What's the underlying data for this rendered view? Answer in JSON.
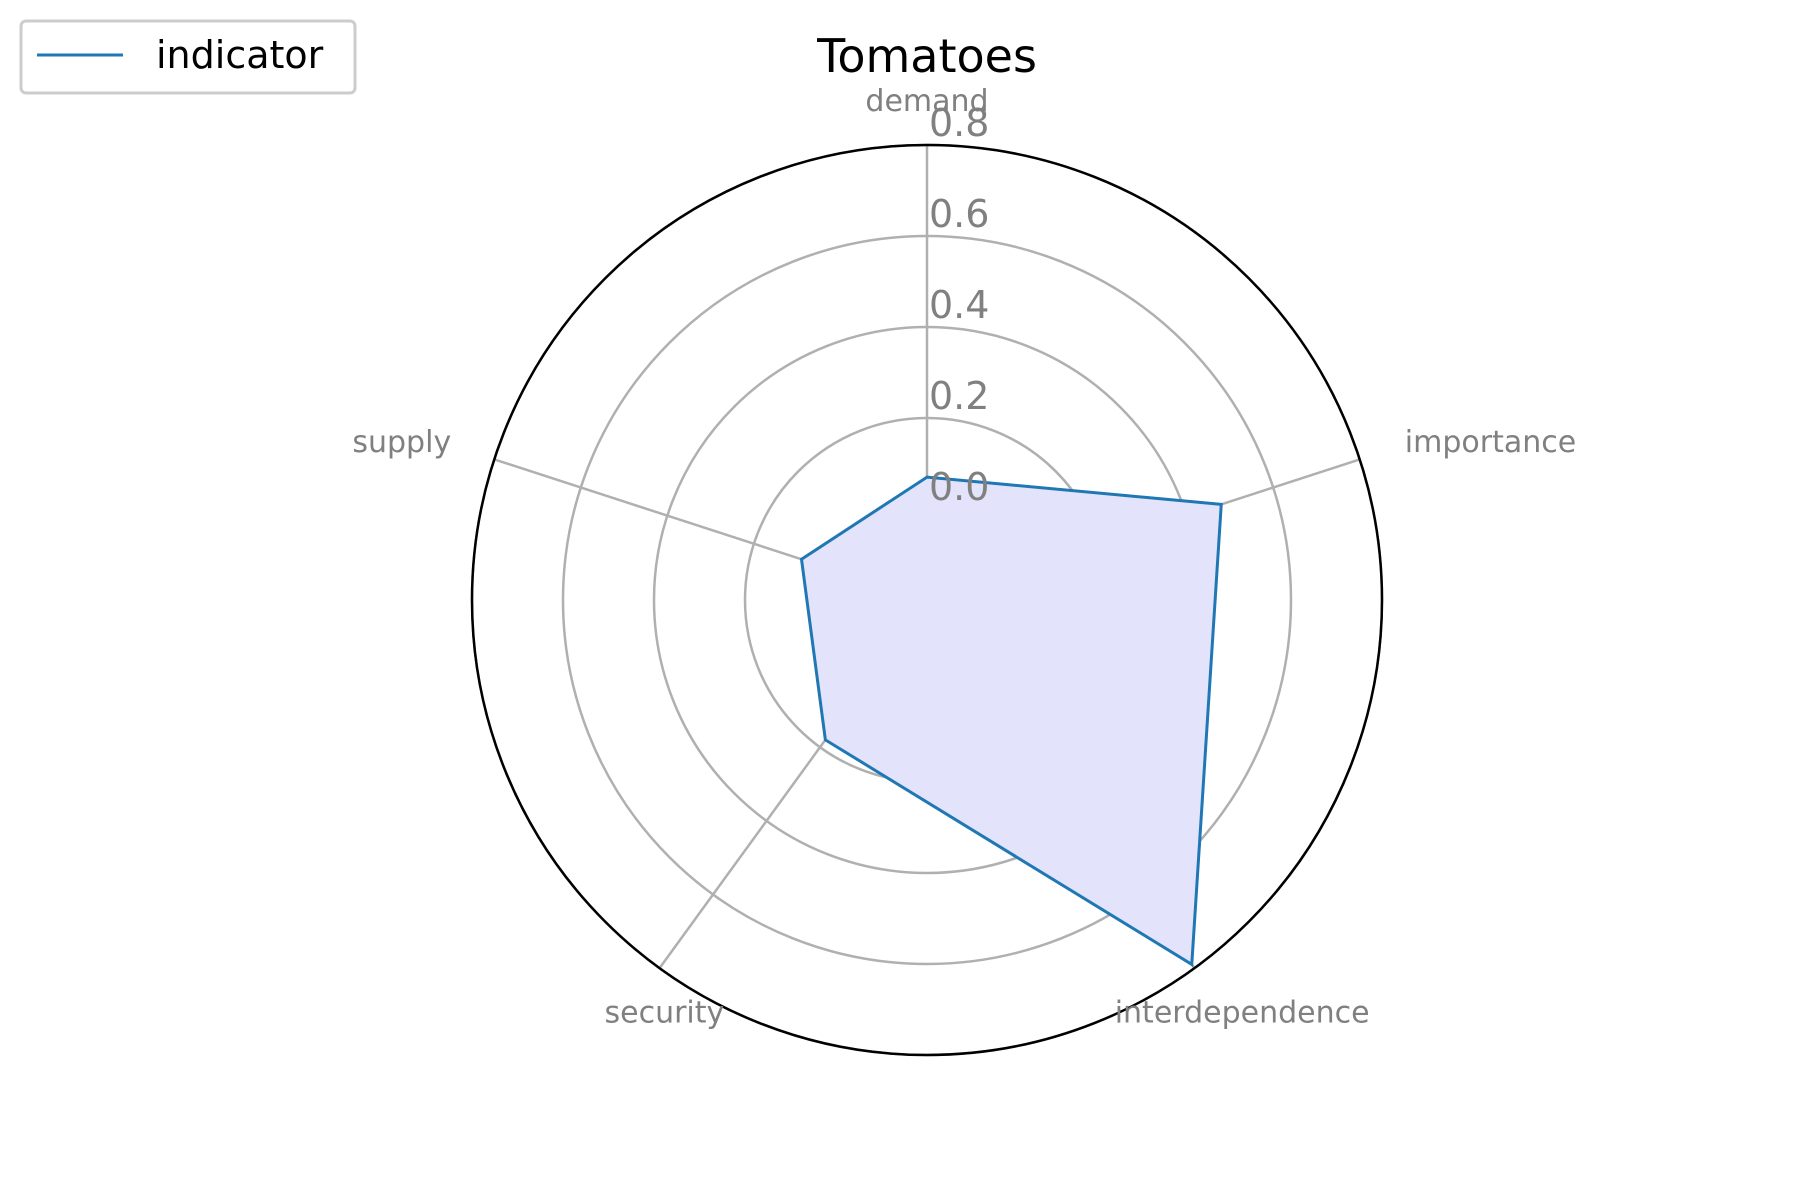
{
  "chart_data": {
    "type": "radar",
    "title": "Tomatoes",
    "axes": [
      "demand",
      "importance",
      "interdependence",
      "security",
      "supply"
    ],
    "series": [
      {
        "name": "indicator",
        "values": [
          0.07,
          0.48,
          0.79,
          0.18,
          0.09
        ]
      }
    ],
    "rlim": [
      -0.2,
      0.8
    ],
    "r_ticks": [
      0.0,
      0.2,
      0.4,
      0.6,
      0.8
    ],
    "r_tick_labels": [
      "0.0",
      "0.2",
      "0.4",
      "0.6",
      "0.8"
    ],
    "grid": true,
    "legend_position": "top-left",
    "colors": {
      "line": "#1f77b4",
      "fill": "#e3e3fb",
      "grid": "#b0b0b0",
      "frame": "#000000",
      "label": "#808080"
    }
  }
}
